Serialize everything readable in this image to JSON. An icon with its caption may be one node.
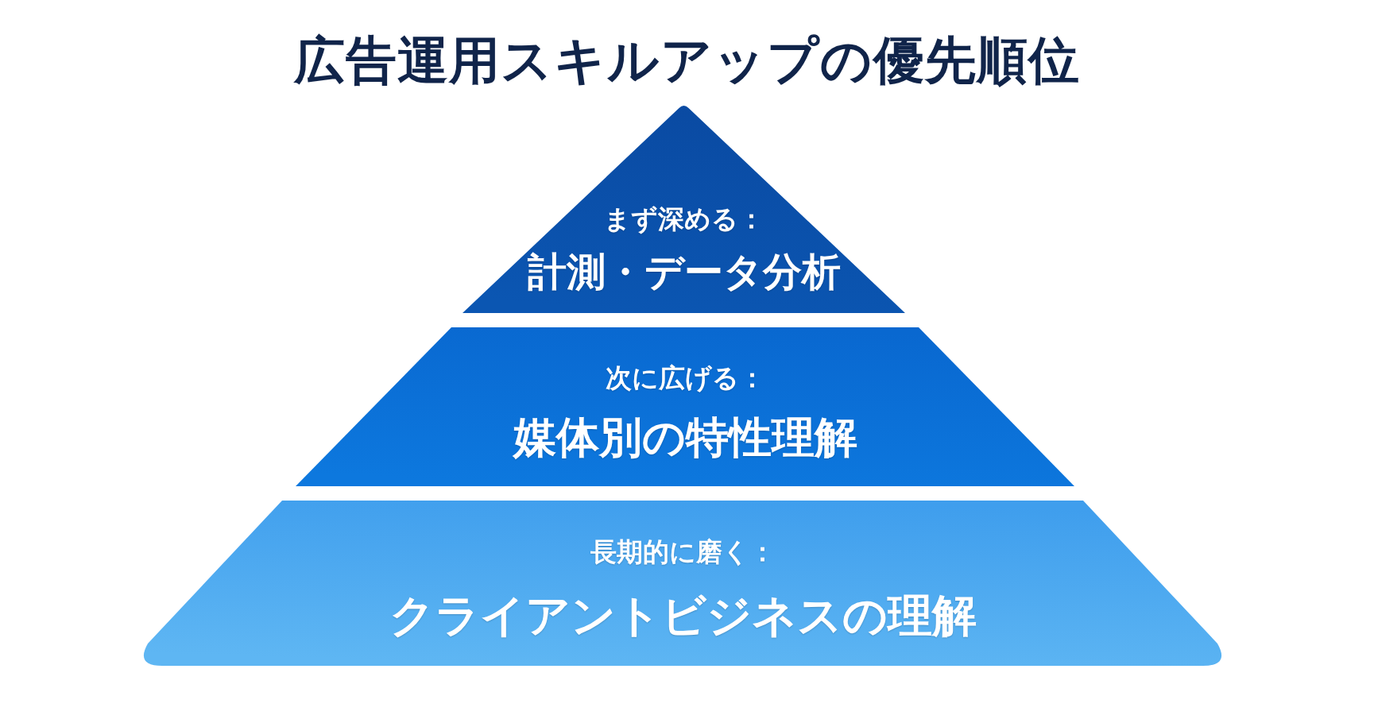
{
  "diagram": {
    "title": "広告運用スキルアップの優先順位",
    "nodes": [
      {
        "text": [
          "まず深める：",
          "計測・データ分析"
        ]
      },
      {
        "text": [
          "次に広げる：",
          "媒体別の特性理解"
        ]
      },
      {
        "text": [
          "長期的に磨く：",
          "クライアントビジネスの理解"
        ]
      }
    ]
  }
}
